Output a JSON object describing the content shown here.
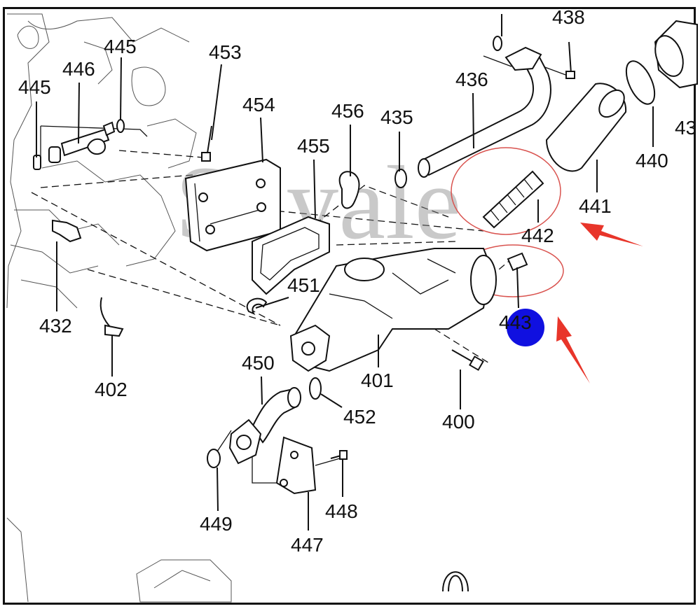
{
  "watermark": "Suyale",
  "colors": {
    "highlight_dot": "#1010e0",
    "arrow": "#e8352a",
    "circle": "#d9534f",
    "line": "#111111"
  },
  "labels": {
    "p445a": "445",
    "p445b": "445",
    "p446": "446",
    "p453": "453",
    "p454": "454",
    "p455": "455",
    "p456": "456",
    "p435": "435",
    "p436": "436",
    "p438": "438",
    "p440": "440",
    "p441": "441",
    "p442": "442",
    "p443": "443",
    "p43": "43",
    "p432": "432",
    "p402": "402",
    "p451": "451",
    "p401": "401",
    "p450": "450",
    "p452": "452",
    "p400": "400",
    "p449": "449",
    "p448": "448",
    "p447": "447"
  }
}
